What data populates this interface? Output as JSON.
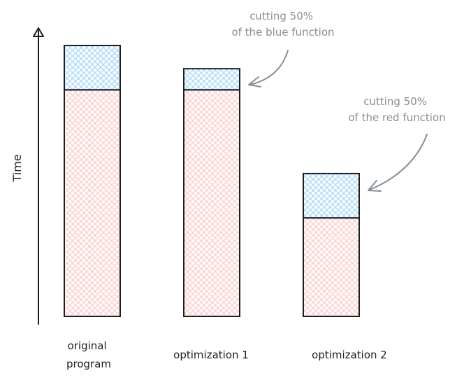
{
  "chart_data": {
    "type": "bar",
    "stacked": true,
    "ylabel": "Time",
    "categories": [
      "original program",
      "optimization 1",
      "optimization 2"
    ],
    "category_label_lines": [
      [
        "original",
        "program"
      ],
      [
        "optimization 1"
      ],
      [
        "optimization 2"
      ]
    ],
    "series": [
      {
        "color": "#ffc9c9",
        "values": [
          322,
          322,
          140
        ]
      },
      {
        "color": "#a5d8ff",
        "values": [
          63,
          30,
          63
        ]
      }
    ],
    "ylim": [
      0,
      385
    ]
  },
  "annotations": [
    {
      "lines": [
        "cutting 50%",
        "of the blue function"
      ]
    },
    {
      "lines": [
        "cutting 50%",
        "of the red function"
      ]
    }
  ],
  "colors": {
    "stroke": "#1e1e1e",
    "annotation": "#868e96",
    "red_fill": "#ffc9c9",
    "blue_fill": "#a5d8ff"
  }
}
